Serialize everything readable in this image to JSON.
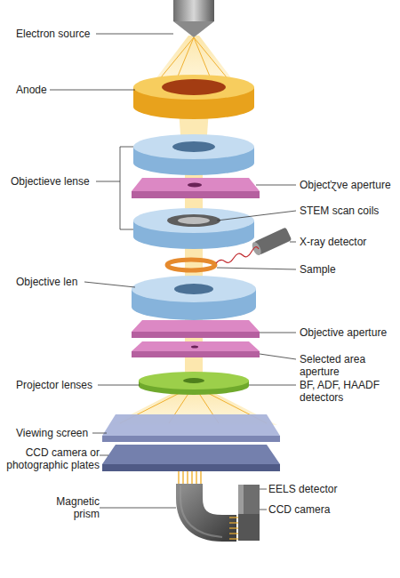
{
  "diagram": {
    "labels": [
      "Electron source",
      "Anode",
      "Objectieve lense",
      "Objecťɀve aperture",
      "STEM scan coils",
      "X-ray detector",
      "Objective len",
      "Sample",
      "Objective aperture",
      "Selected area aperture",
      "Projector lenses",
      "BF, ADF, HAADF detectors",
      "Viewing screen",
      "CCD camera or photographic plates",
      "Magnetic prism",
      "EELS detector",
      "CCD camera"
    ]
  }
}
